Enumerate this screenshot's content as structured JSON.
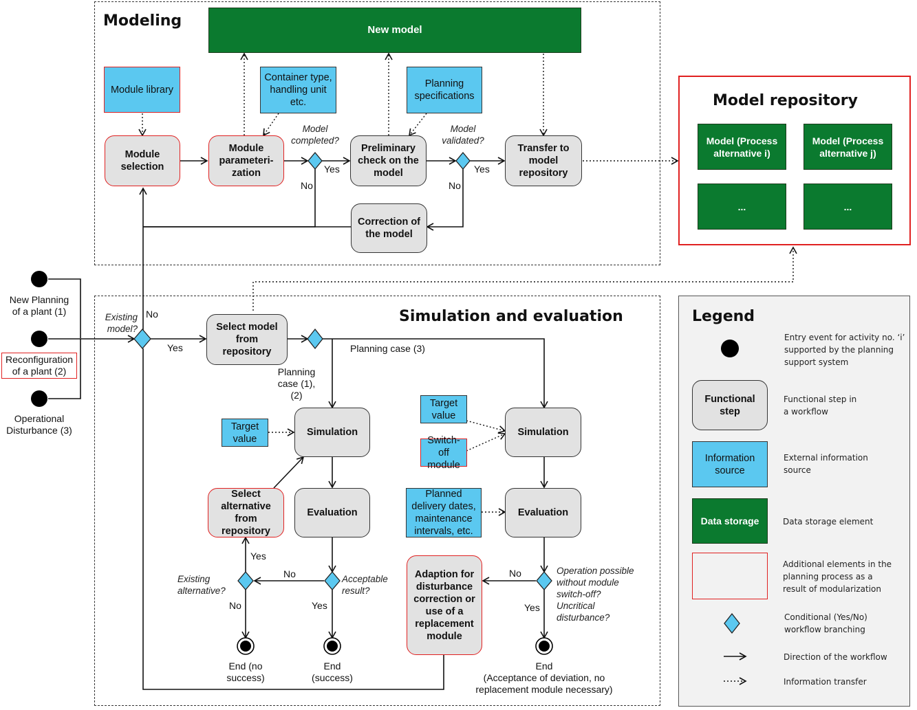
{
  "sections": {
    "modeling": "Modeling",
    "simulation": "Simulation and evaluation",
    "repository": "Model repository",
    "legend": "Legend"
  },
  "modeling": {
    "new_model": "New model",
    "module_library": "Module library",
    "container_info": "Container type,\nhandling unit\netc.",
    "planning_specs": "Planning\nspecifications",
    "module_selection": "Module\nselection",
    "module_param": "Module\nparameteri-\nzation",
    "model_completed": "Model\ncompleted?",
    "preliminary_check": "Preliminary\ncheck on the\nmodel",
    "model_validated": "Model\nvalidated?",
    "transfer": "Transfer to\nmodel\nrepository",
    "correction": "Correction of\nthe model",
    "yes": "Yes",
    "no": "No"
  },
  "repository": {
    "model_i": "Model (Process\nalternative i)",
    "model_j": "Model (Process\nalternative j)",
    "more_1": "...",
    "more_2": "..."
  },
  "entries": {
    "new_planning": "New Planning\nof a plant (1)",
    "reconfiguration": "Reconfiguration\nof a plant (2)",
    "operational": "Operational\nDisturbance (3)"
  },
  "simulation": {
    "existing_model": "Existing\nmodel?",
    "no": "No",
    "yes": "Yes",
    "select_model": "Select model\nfrom\nrepository",
    "planning_case_3": "Planning case (3)",
    "planning_case_12": "Planning\ncase (1), (2)",
    "target_value_left": "Target\nvalue",
    "simulation_left": "Simulation",
    "select_alternative": "Select\nalternative\nfrom\nrepository",
    "evaluation_left": "Evaluation",
    "existing_alternative": "Existing\nalternative?",
    "acceptable_result": "Acceptable\nresult?",
    "end_no_success": "End (no\nsuccess)",
    "end_success": "End\n(success)",
    "target_value_right": "Target\nvalue",
    "switch_off": "Switch-off\nmodule",
    "simulation_right": "Simulation",
    "planned_delivery": "Planned\ndelivery dates,\nmaintenance\nintervals, etc.",
    "evaluation_right": "Evaluation",
    "adaption": "Adaption for\ndisturbance\ncorrection or\nuse of a\nreplacement\nmodule",
    "operation_possible": "Operation possible\nwithout module\nswitch-off?\nUncritical\ndisturbance?",
    "end_acceptance": "End\n(Acceptance of deviation, no\nreplacement module necessary)",
    "yes_ex": "Yes",
    "no_ex": "No",
    "yes_acc": "Yes",
    "no_acc": "No",
    "yes_op": "Yes",
    "no_op": "No"
  },
  "legend": {
    "entry_event": "Entry event for activity no. ‘i’\nsupported by the planning\nsupport system",
    "functional_step_box": "Functional\nstep",
    "functional_step": "Functional step in\na workflow",
    "info_source_box": "Information\nsource",
    "info_source": "External information\nsource",
    "data_storage_box": "Data storage",
    "data_storage": "Data storage element",
    "additional": "Additional elements in the\nplanning process as a\nresult of modularization",
    "conditional": "Conditional (Yes/No)\nworkflow branching",
    "direction": "Direction of the workflow",
    "info_transfer": "Information transfer"
  },
  "colors": {
    "functional_fill": "#e2e2e2",
    "info_fill": "#5bc8f0",
    "storage_fill": "#0b7a2f",
    "highlight_border": "#e02020",
    "decision_fill": "#5bc8f0"
  }
}
